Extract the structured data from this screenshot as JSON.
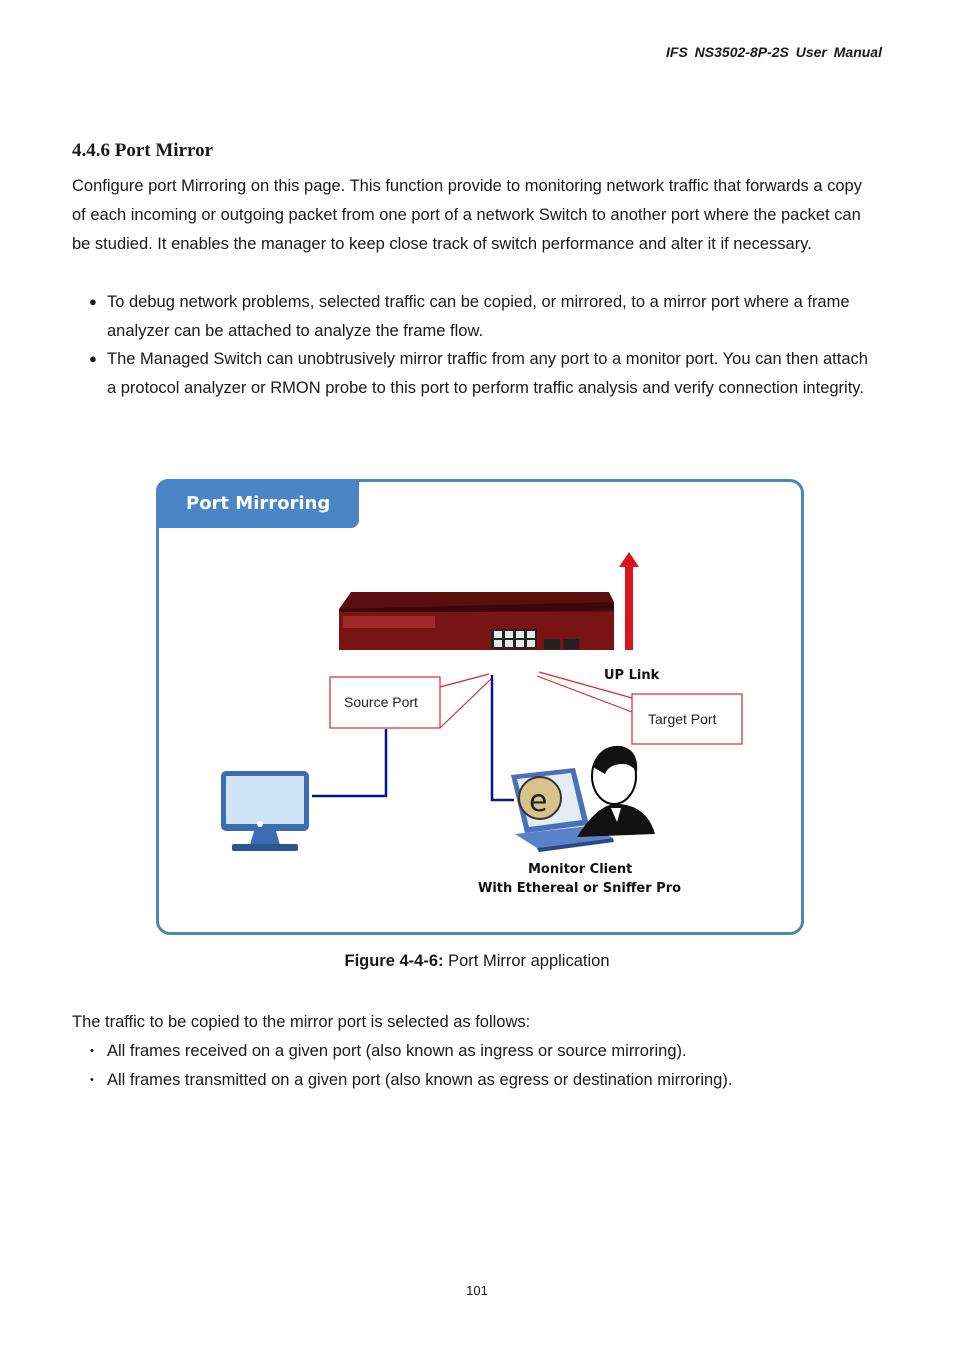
{
  "header": {
    "title": "IFS  NS3502-8P-2S  User  Manual"
  },
  "section": {
    "title": "4.4.6 Port Mirror",
    "intro": "Configure port Mirroring on this page. This function provide to monitoring network traffic that forwards a copy of each incoming or outgoing packet from one port of a network Switch to another port where the packet can be studied. It enables the manager to keep close track of switch performance and alter it if necessary.",
    "bullets": [
      "To debug network problems, selected traffic can be copied, or mirrored, to a mirror port where a frame analyzer can be attached to analyze the frame flow.",
      "The Managed Switch can unobtrusively mirror traffic from any port to a monitor port. You can then attach a protocol analyzer or RMON probe to this port to perform traffic analysis and verify connection integrity."
    ]
  },
  "figure": {
    "tab_title": "Port Mirroring",
    "source_port": "Source Port",
    "target_port": "Target Port",
    "uplink": "UP Link",
    "monitor_line1": "Monitor Client",
    "monitor_line2": "With Ethereal or Sniffer Pro",
    "caption_label": "Figure 4-4-6:",
    "caption_text": " Port Mirror application",
    "colors": {
      "frame": "#4a86c5",
      "link": "#00178a",
      "callout": "#e0262b",
      "arrow": "#d9161d",
      "switch": "#7a1414"
    }
  },
  "traffic": {
    "lead": "The traffic to be copied to the mirror port is selected as follows:",
    "bullets": [
      "All frames received on a given port (also known as ingress or source mirroring).",
      "All frames transmitted on a given port (also known as egress or destination mirroring)."
    ]
  },
  "page_number": "101"
}
